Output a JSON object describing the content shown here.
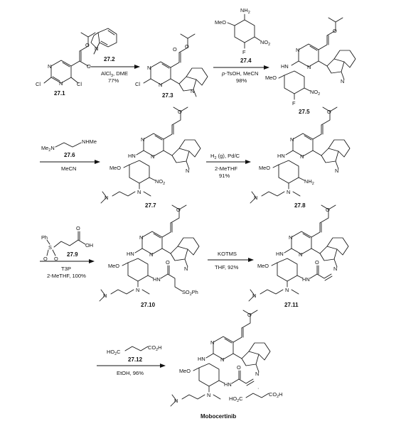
{
  "compounds": {
    "c27_1": {
      "label": "27.1",
      "atoms": {
        "cl_left": "Cl",
        "n_top": "N",
        "n_bottom": "N",
        "cl_right": "Cl",
        "o_ester": "O",
        "o_carbonyl": "O"
      }
    },
    "c27_2": {
      "label": "27.2",
      "atoms": {
        "n": "N"
      }
    },
    "c27_3": {
      "label": "27.3",
      "atoms": {
        "cl": "Cl",
        "n_top": "N",
        "n_bottom": "N",
        "n_indole": "N",
        "o_ester": "O",
        "o_carbonyl": "O"
      }
    },
    "c27_4": {
      "label": "27.4",
      "atoms": {
        "nh2": "NH",
        "nh2_sub": "2",
        "meo": "MeO",
        "no2": "NO",
        "no2_sub": "2",
        "f": "F"
      }
    },
    "c27_5": {
      "label": "27.5",
      "atoms": {
        "hn": "HN",
        "meo": "MeO",
        "no2": "NO",
        "no2_sub": "2",
        "f": "F",
        "n_top": "N",
        "n_bottom": "N",
        "n_indole": "N",
        "o": "O"
      }
    },
    "c27_6": {
      "label": "27.6",
      "atoms": {
        "me2n": "Me",
        "me2n_sub": "2",
        "me2n_n": "N",
        "nhme": "NHMe"
      }
    },
    "c27_7": {
      "label": "27.7",
      "atoms": {
        "hn": "HN",
        "meo": "MeO",
        "no2": "NO",
        "no2_sub": "2",
        "n_amine": "N",
        "n_dimethyl": "N",
        "n_top": "N",
        "n_bottom": "N",
        "n_indole": "N",
        "o": "O"
      }
    },
    "c27_8": {
      "label": "27.8",
      "atoms": {
        "hn": "HN",
        "meo": "MeO",
        "nh2": "NH",
        "nh2_sub": "2",
        "n_amine": "N",
        "n_dimethyl": "N",
        "n_top": "N",
        "n_bottom": "N",
        "n_indole": "N",
        "o": "O"
      }
    },
    "c27_9": {
      "label": "27.9",
      "atoms": {
        "ph": "Ph",
        "s": "S",
        "o1": "O",
        "o2": "O",
        "oh": "OH",
        "o_carbonyl": "O"
      }
    },
    "c27_10": {
      "label": "27.10",
      "atoms": {
        "hn": "HN",
        "meo": "MeO",
        "nh": "N",
        "nh_h": "H",
        "o": "O",
        "so2ph": "SO",
        "so2ph_sub": "2",
        "so2ph_ph": "Ph",
        "n_amine": "N",
        "n_dimethyl": "N",
        "n_top": "N",
        "n_bottom": "N",
        "n_indole": "N"
      }
    },
    "c27_11": {
      "label": "27.11",
      "atoms": {
        "hn": "HN",
        "meo": "MeO",
        "nh": "N",
        "nh_h": "H",
        "o": "O",
        "n_amine": "N",
        "n_dimethyl": "N",
        "n_top": "N",
        "n_bottom": "N",
        "n_indole": "N"
      }
    },
    "c27_12": {
      "label": "27.12",
      "atoms": {
        "ho2c": "HO",
        "ho2c_sub": "2",
        "ho2c_c": "C",
        "co2h": "CO",
        "co2h_sub": "2",
        "co2h_h": "H"
      }
    },
    "final": {
      "label": "Mobocertinib",
      "atoms": {
        "hn": "HN",
        "meo": "MeO",
        "nh": "N",
        "nh_h": "H",
        "o": "O",
        "n_amine": "N",
        "n_dimethyl": "N",
        "n_top": "N",
        "n_bottom": "N",
        "n_indole": "N",
        "salt_ho2c": "HO",
        "salt_ho2c_sub": "2",
        "salt_ho2c_c": "C",
        "salt_co2h": "CO",
        "salt_co2h_sub": "2",
        "salt_co2h_h": "H",
        "dot": "·"
      }
    }
  },
  "steps": [
    {
      "id": "step1",
      "above": "",
      "below": [
        "AlCl",
        "3",
        ", DME"
      ],
      "yield": "77%"
    },
    {
      "id": "step2",
      "above": "",
      "below_line1": "p-TsOH, MeCN",
      "below_italic": "p",
      "below_rest": "-TsOH, MeCN",
      "yield": "98%"
    },
    {
      "id": "step3",
      "below": "MeCN"
    },
    {
      "id": "step4",
      "above_h2": "H",
      "above_h2_sub": "2",
      "above_rest": " (g), Pd/C",
      "below": "2-MeTHF",
      "yield": "91%"
    },
    {
      "id": "step5",
      "below_line1": "T3P",
      "below_line2": "2-MeTHF, 100%"
    },
    {
      "id": "step6",
      "above": "KOTMS",
      "below": "THF, 92%"
    },
    {
      "id": "step7",
      "below": "EtOH, 96%"
    }
  ]
}
